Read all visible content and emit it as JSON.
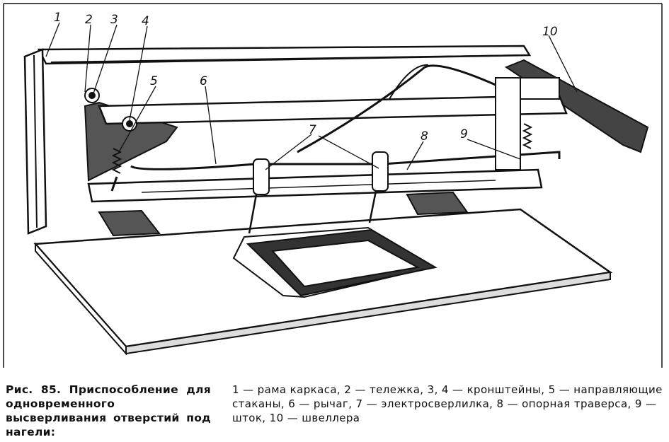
{
  "figure": {
    "callouts": [
      "1",
      "2",
      "3",
      "4",
      "5",
      "6",
      "7",
      "8",
      "9",
      "10"
    ],
    "caption_title": "Рис. 85. Приспособление для одновременного высверливания отверстий под нагели:",
    "caption_text": "1 — рама каркаса, 2 — тележка, 3, 4 — кронштейны, 5 — направляющие стаканы, 6 — рычаг, 7 — электросверлилка, 8 — опорная траверса, 9 — шток, 10 — швеллера"
  }
}
